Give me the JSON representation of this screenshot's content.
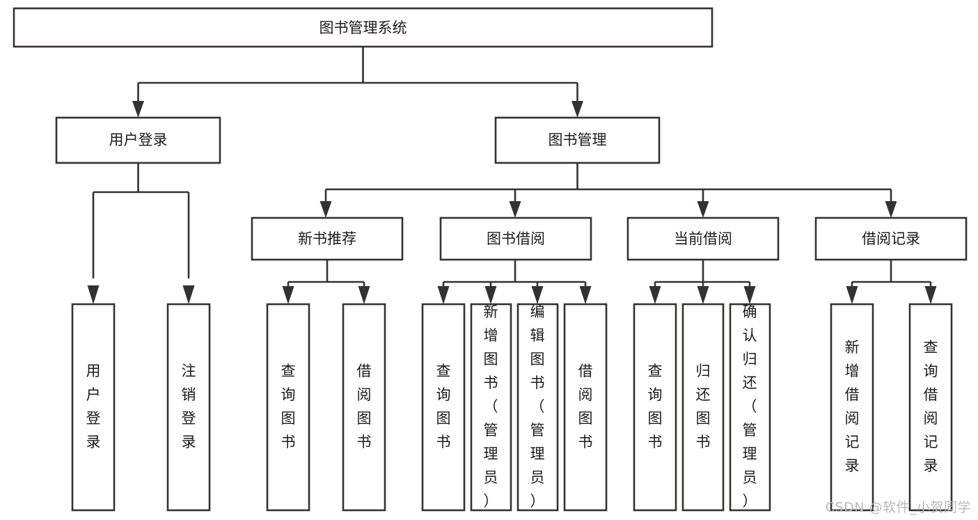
{
  "diagram": {
    "type": "hierarchy-tree",
    "title": "图书管理系统",
    "watermark": "CSDN @软件_小贺同学",
    "colors": {
      "stroke": "#33322f",
      "fill": "#ffffff",
      "text": "#1b1b1b",
      "watermark": "#b9b9b9",
      "background": "#ffffff"
    },
    "root": {
      "id": "root",
      "label": "图书管理系统"
    },
    "level1": [
      {
        "id": "user-login",
        "label": "用户登录"
      },
      {
        "id": "book-manage",
        "label": "图书管理"
      }
    ],
    "level2": [
      {
        "id": "new-book-recommend",
        "label": "新书推荐",
        "parent": "book-manage"
      },
      {
        "id": "book-borrow",
        "label": "图书借阅",
        "parent": "book-manage"
      },
      {
        "id": "current-borrow",
        "label": "当前借阅",
        "parent": "book-manage"
      },
      {
        "id": "borrow-record",
        "label": "借阅记录",
        "parent": "book-manage"
      }
    ],
    "leaves": {
      "user-login": [
        {
          "id": "leaf-user-login",
          "label": "用户登录"
        },
        {
          "id": "leaf-user-logout",
          "label": "注销登录"
        }
      ],
      "new-book-recommend": [
        {
          "id": "leaf-query-book-1",
          "label": "查询图书"
        },
        {
          "id": "leaf-borrow-book-1",
          "label": "借阅图书"
        }
      ],
      "book-borrow": [
        {
          "id": "leaf-query-book-2",
          "label": "查询图书"
        },
        {
          "id": "leaf-add-book",
          "label": "新增图书（管理员）"
        },
        {
          "id": "leaf-edit-book",
          "label": "编辑图书（管理员）"
        },
        {
          "id": "leaf-borrow-book-2",
          "label": "借阅图书"
        }
      ],
      "current-borrow": [
        {
          "id": "leaf-query-book-3",
          "label": "查询图书"
        },
        {
          "id": "leaf-return-book",
          "label": "归还图书"
        },
        {
          "id": "leaf-confirm-return",
          "label": "确认归还（管理员）"
        }
      ],
      "borrow-record": [
        {
          "id": "leaf-add-record",
          "label": "新增借阅记录"
        },
        {
          "id": "leaf-query-record",
          "label": "查询借阅记录"
        }
      ]
    }
  }
}
